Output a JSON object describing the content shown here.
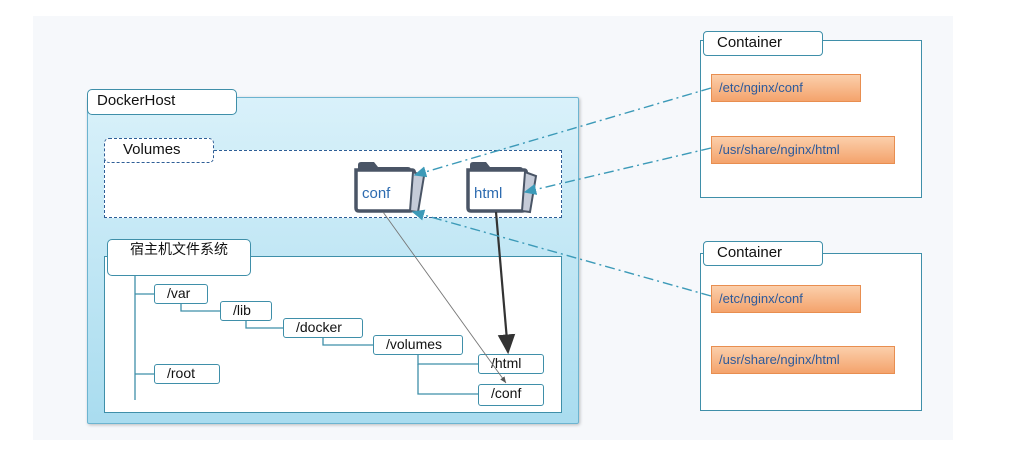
{
  "docker_host": {
    "label": "DockerHost"
  },
  "volumes": {
    "label": "Volumes",
    "folders": [
      "conf",
      "html"
    ]
  },
  "host_fs": {
    "label": "宿主机文件系统",
    "dirs": {
      "var": "/var",
      "lib": "/lib",
      "docker": "/docker",
      "volumes": "/volumes",
      "html": "/html",
      "conf": "/conf",
      "root": "/root"
    }
  },
  "containers": [
    {
      "label": "Container",
      "paths": [
        "/etc/nginx/conf",
        "/usr/share/nginx/html"
      ]
    },
    {
      "label": "Container",
      "paths": [
        "/etc/nginx/conf",
        "/usr/share/nginx/html"
      ]
    }
  ],
  "colors": {
    "host_fill": "#bfe6f4",
    "border": "#3f8fa9",
    "path_fill": "#f4a36c",
    "path_text": "#2d5a9b",
    "dash_arrow": "#3c9ab8",
    "folder": "#4a5566"
  }
}
